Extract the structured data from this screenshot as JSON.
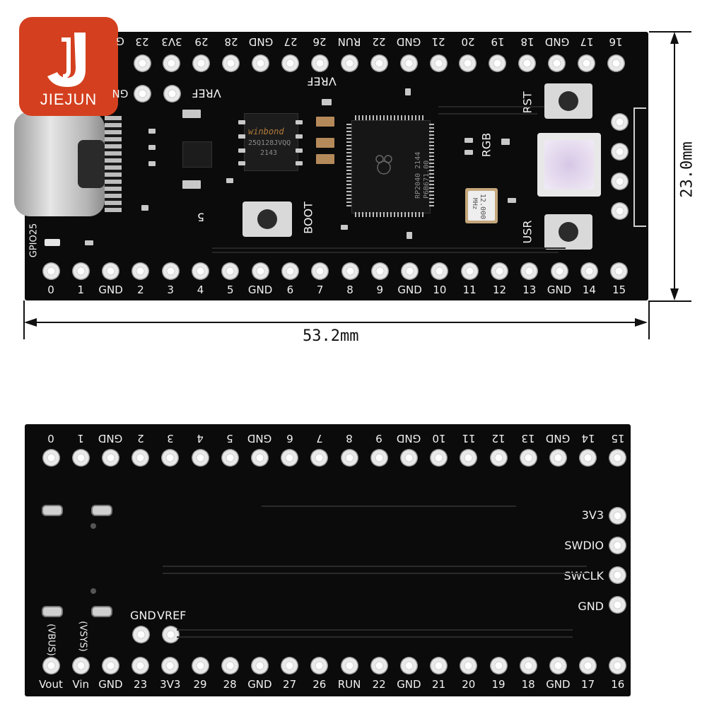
{
  "brand": {
    "name": "JIEJUN",
    "logo_color": "#d4401f"
  },
  "dimensions": {
    "width_label": "53.2mm",
    "height_label": "23.0mm"
  },
  "top_board": {
    "top_pins": [
      "23",
      "3V3",
      "29",
      "28",
      "GND",
      "27",
      "26",
      "RUN",
      "22",
      "GND",
      "21",
      "20",
      "19",
      "18",
      "GND",
      "17",
      "16"
    ],
    "bottom_pins": [
      "0",
      "1",
      "GND",
      "2",
      "3",
      "4",
      "5",
      "GND",
      "6",
      "7",
      "8",
      "9",
      "GND",
      "10",
      "11",
      "12",
      "13",
      "GND",
      "14",
      "15"
    ],
    "labels": {
      "vref_left": "VREF",
      "vref_top": "VREF",
      "gnd_partial": "GN",
      "pin_partial": "G",
      "rst": "RST",
      "rgb": "RGB",
      "usr": "USR",
      "boot": "BOOT",
      "gpio": "GPIO25"
    },
    "flash_chip": {
      "brand": "winbond",
      "part": "25Q128JVQQ",
      "date": "2143"
    },
    "mcu": {
      "line1": "RP2040 2144",
      "line2": "P6B671.00"
    },
    "crystal": {
      "freq": "12.000",
      "unit": "MHz"
    },
    "silk_5": "5"
  },
  "bottom_board": {
    "top_pins": [
      "0",
      "1",
      "GND",
      "2",
      "3",
      "4",
      "5",
      "GND",
      "6",
      "7",
      "8",
      "9",
      "GND",
      "10",
      "11",
      "12",
      "13",
      "GND",
      "14",
      "15"
    ],
    "bottom_pins": [
      "Vout",
      "Vin",
      "GND",
      "23",
      "3V3",
      "29",
      "28",
      "GND",
      "27",
      "26",
      "RUN",
      "22",
      "GND",
      "21",
      "20",
      "19",
      "18",
      "GND",
      "17",
      "16"
    ],
    "side_pins": [
      "3V3",
      "SWDIO",
      "SWCLK",
      "GND"
    ],
    "mid_pins": [
      "GND",
      "VREF"
    ],
    "vbus": "(VBUS)",
    "vsys": "(VSYS)"
  }
}
